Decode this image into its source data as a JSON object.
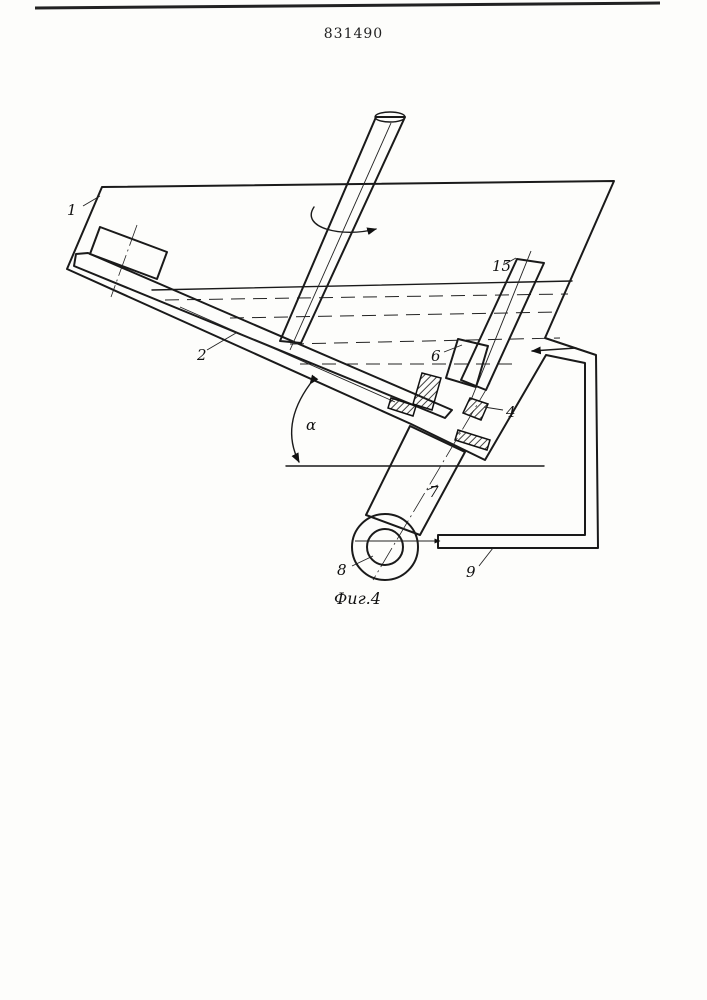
{
  "patent_number": "831490",
  "figure_caption": "Фиг.4",
  "labels": {
    "l1": "1",
    "l2": "2",
    "l4": "4",
    "l6": "6",
    "l7": "7",
    "l8": "8",
    "l9": "9",
    "l15": "15",
    "angle": "α"
  }
}
